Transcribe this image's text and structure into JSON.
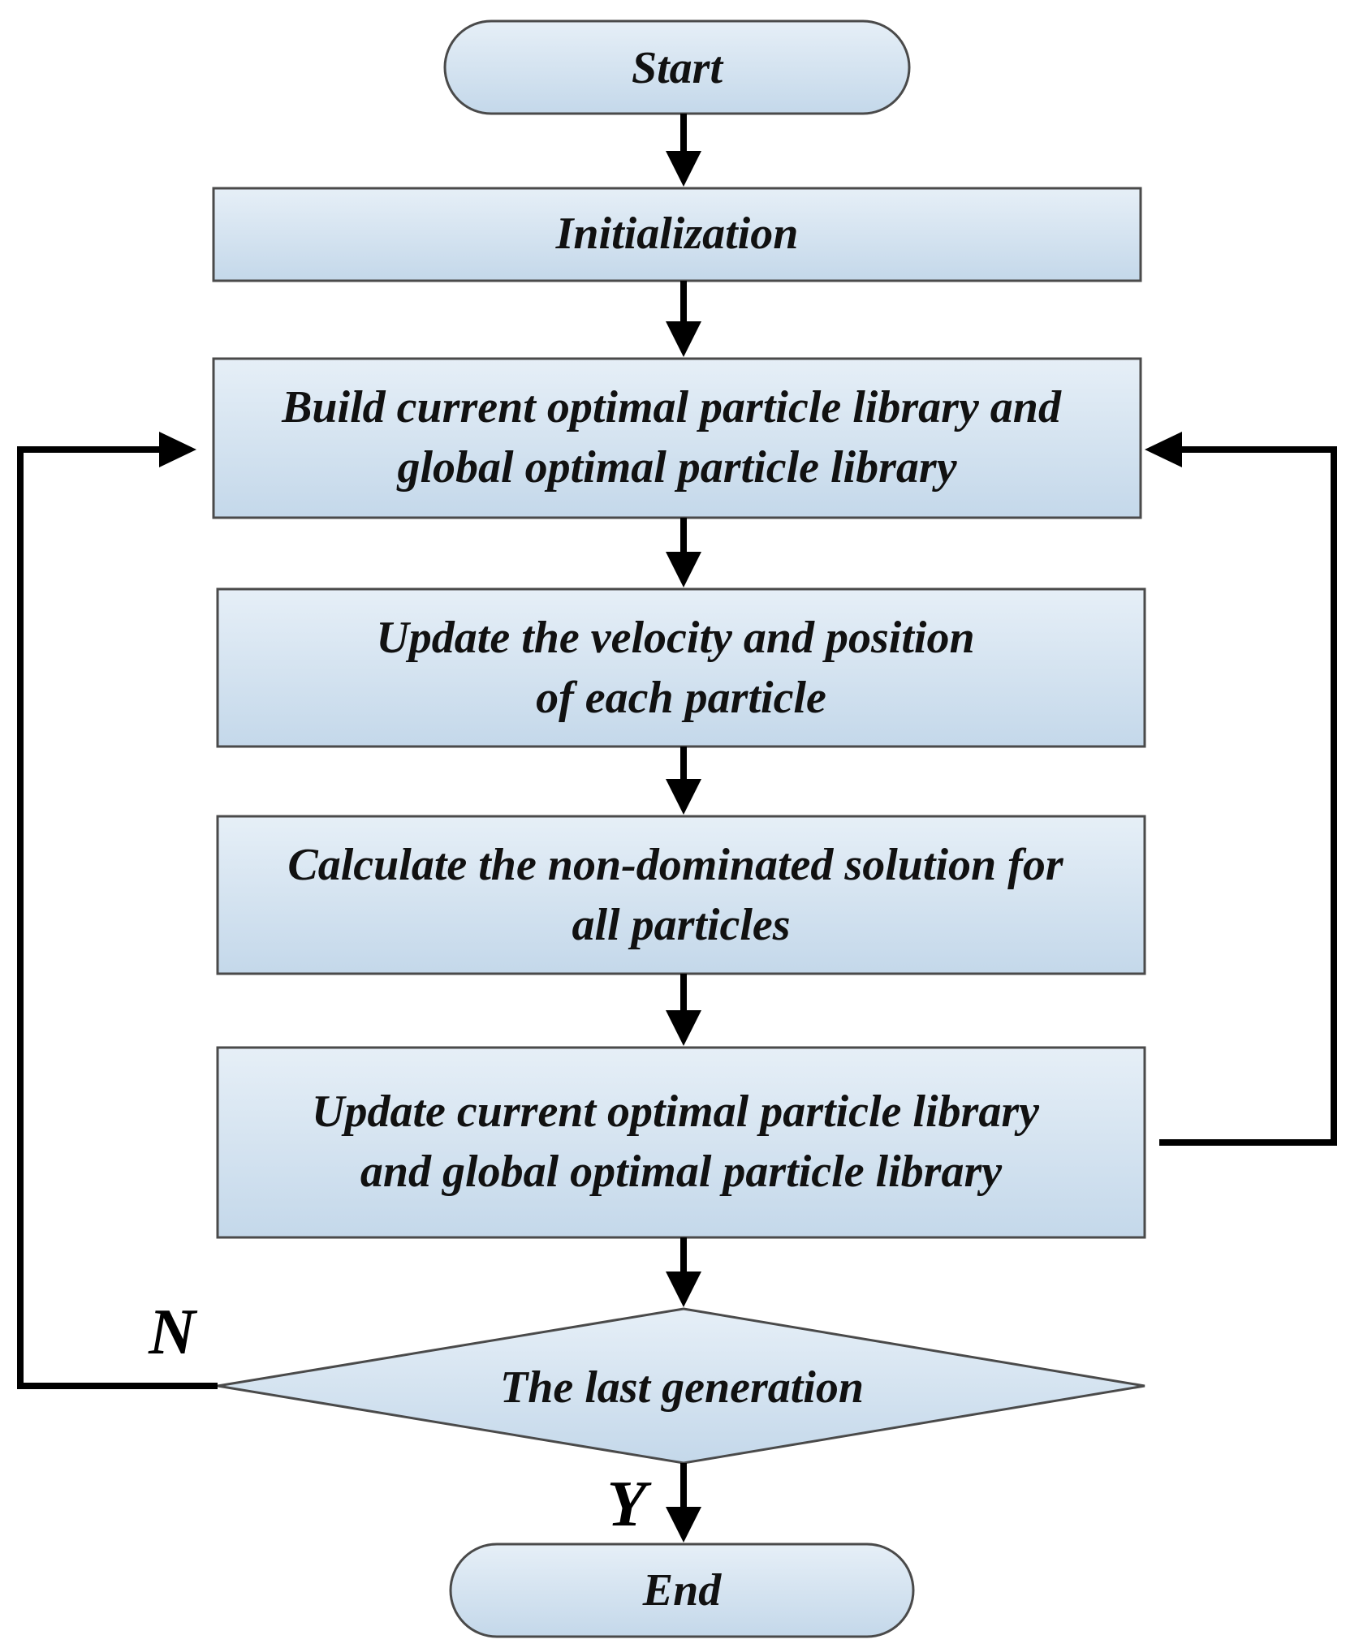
{
  "nodes": {
    "start": "Start",
    "init": "Initialization",
    "build": [
      "Build current optimal particle library and",
      "global optimal particle library"
    ],
    "update_vel": [
      "Update the velocity and position",
      "of each particle"
    ],
    "calc": [
      "Calculate the non-dominated solution for",
      "all particles"
    ],
    "update_lib": [
      "Update current optimal particle library",
      "and global optimal particle library"
    ],
    "decision": "The last generation",
    "end": "End"
  },
  "branches": {
    "no": "N",
    "yes": "Y"
  },
  "colors": {
    "fill_top": "#e6eff7",
    "fill_bottom": "#c4d8ea",
    "stroke": "#4a4a4a",
    "line": "#000000"
  }
}
